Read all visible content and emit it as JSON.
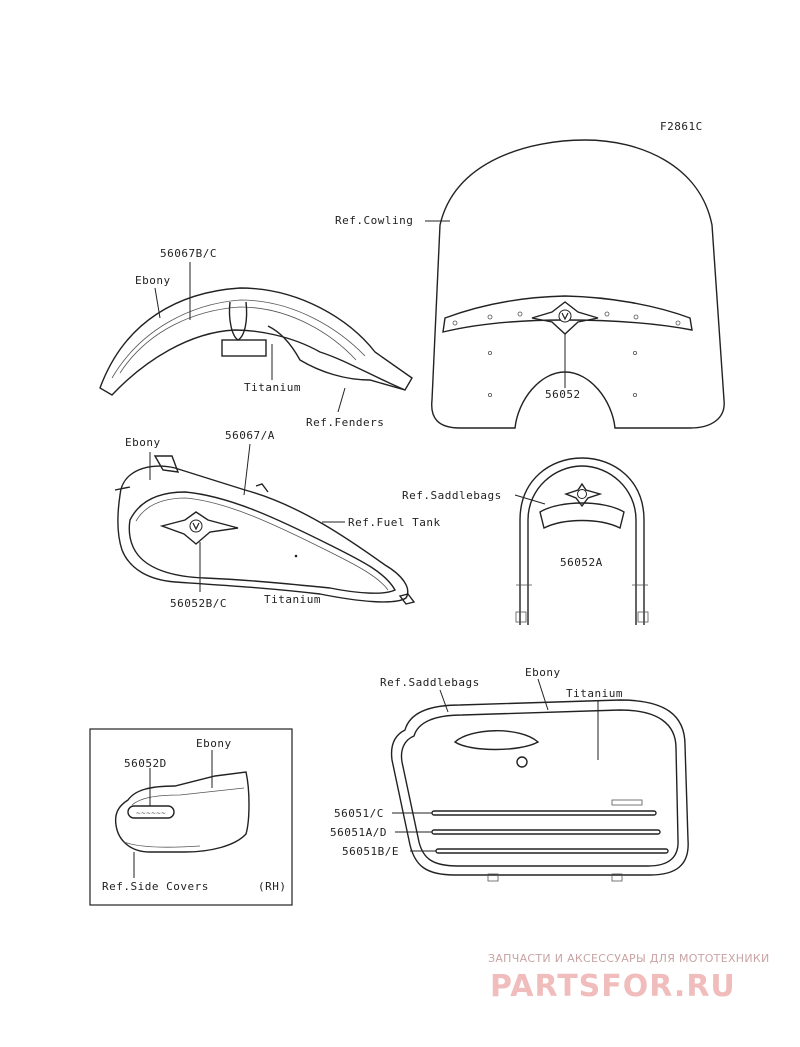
{
  "figure_code": "F2861C",
  "labels": {
    "ref_cowling": "Ref.Cowling",
    "part_56052": "56052",
    "part_56067bc": "56067B/C",
    "ebony_fender": "Ebony",
    "titanium_fender": "Titanium",
    "ref_fenders": "Ref.Fenders",
    "ebony_tank": "Ebony",
    "part_56067a": "56067/A",
    "ref_fuel_tank": "Ref.Fuel Tank",
    "part_56052bc": "56052B/C",
    "titanium_tank": "Titanium",
    "ref_saddlebags_rack": "Ref.Saddlebags",
    "part_56052a": "56052A",
    "ref_saddlebags_bag": "Ref.Saddlebags",
    "ebony_bag": "Ebony",
    "titanium_bag": "Titanium",
    "part_56051c": "56051/C",
    "part_56051ad": "56051A/D",
    "part_56051be": "56051B/E",
    "ebony_side": "Ebony",
    "part_56052d": "56052D",
    "ref_side_covers": "Ref.Side Covers",
    "rh": "(RH)"
  },
  "watermark": {
    "tagline": "ЗАПЧАСТИ И АКСЕССУАРЫ ДЛЯ МОТОТЕХНИКИ",
    "brand": "PARTSFOR.RU"
  }
}
